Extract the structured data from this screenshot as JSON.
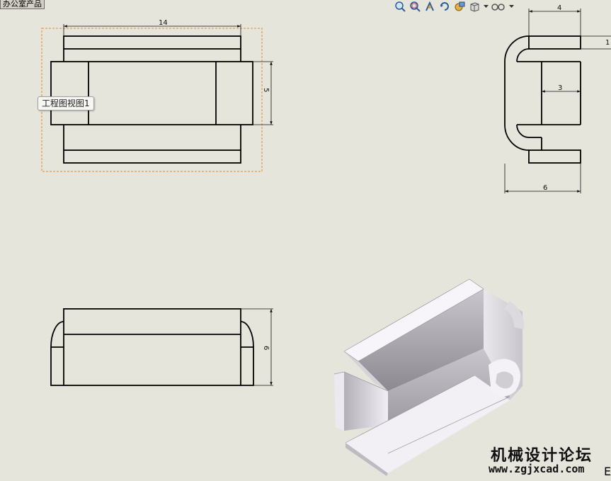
{
  "window": {
    "tab_label": "办公室产品"
  },
  "toolbar": {
    "buttons": [
      {
        "icon": "zoom-to-fit-icon"
      },
      {
        "icon": "zoom-area-icon"
      },
      {
        "icon": "pan-icon"
      },
      {
        "icon": "rotate-view-icon"
      },
      {
        "icon": "display-style-icon"
      },
      {
        "icon": "view-orientation-icon"
      },
      {
        "icon": "hide-show-items-icon"
      }
    ]
  },
  "views": {
    "front_view": {
      "tooltip": "工程图视图1",
      "dim_width": "14",
      "dim_height": "5"
    },
    "side_view": {
      "dim_top_width": "4",
      "dim_top_thickness": "1",
      "dim_inner": "3",
      "dim_bottom_width": "6"
    },
    "bottom_view": {
      "dim_height": "6"
    }
  },
  "watermark": {
    "title": "机械设计论坛",
    "url": "www.zgjxcad.com",
    "edge_letter": "E"
  },
  "colors": {
    "background": "#e6e5dc",
    "line": "#000000",
    "selection_box": "#e08a2e",
    "model_light": "#f4f1f7",
    "model_shadow": "#8e8c92"
  }
}
